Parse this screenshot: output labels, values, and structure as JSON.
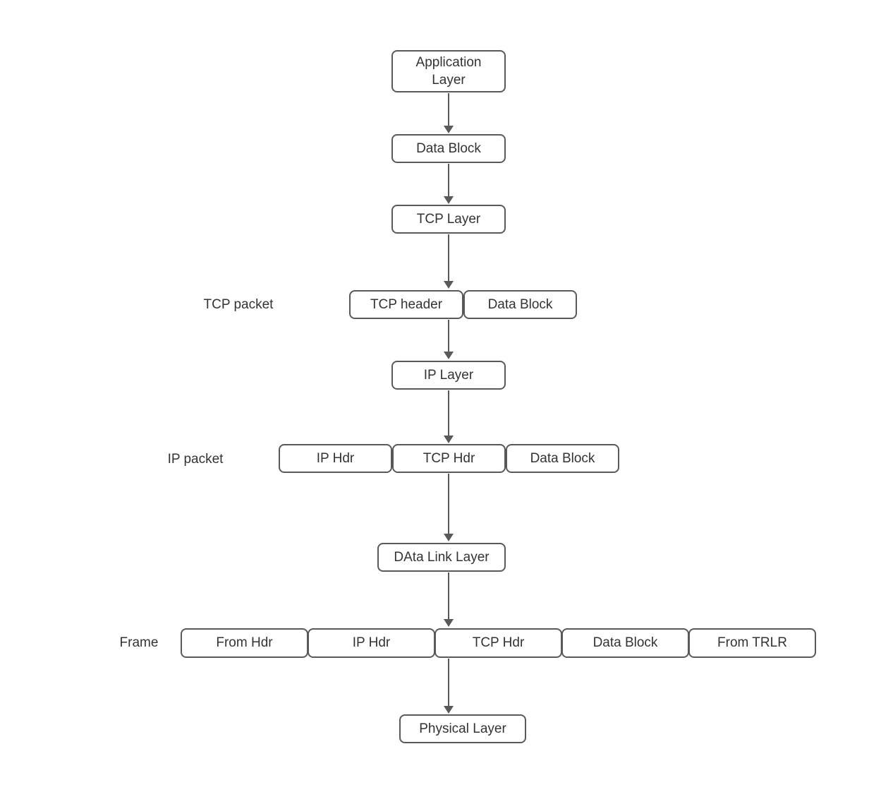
{
  "diagram": {
    "nodes": {
      "application_layer": "Application Layer",
      "data_block_top": "Data Block",
      "tcp_layer": "TCP Layer",
      "tcp_header": "TCP header",
      "tcp_packet_data_block": "Data Block",
      "ip_layer": "IP Layer",
      "ip_packet_ip_hdr": "IP Hdr",
      "ip_packet_tcp_hdr": "TCP Hdr",
      "ip_packet_data_block": "Data Block",
      "data_link_layer": "DAta Link Layer",
      "frame_from_hdr": "From Hdr",
      "frame_ip_hdr": "IP Hdr",
      "frame_tcp_hdr": "TCP Hdr",
      "frame_data_block": "Data Block",
      "frame_from_trlr": "From TRLR",
      "physical_layer": "Physical Layer"
    },
    "row_labels": {
      "tcp_packet": "TCP packet",
      "ip_packet": "IP packet",
      "frame": "Frame"
    },
    "colors": {
      "box_border": "#595959",
      "box_fill": "#ffffff",
      "text": "#333333",
      "arrow": "#595959",
      "background": "#ffffff"
    }
  }
}
